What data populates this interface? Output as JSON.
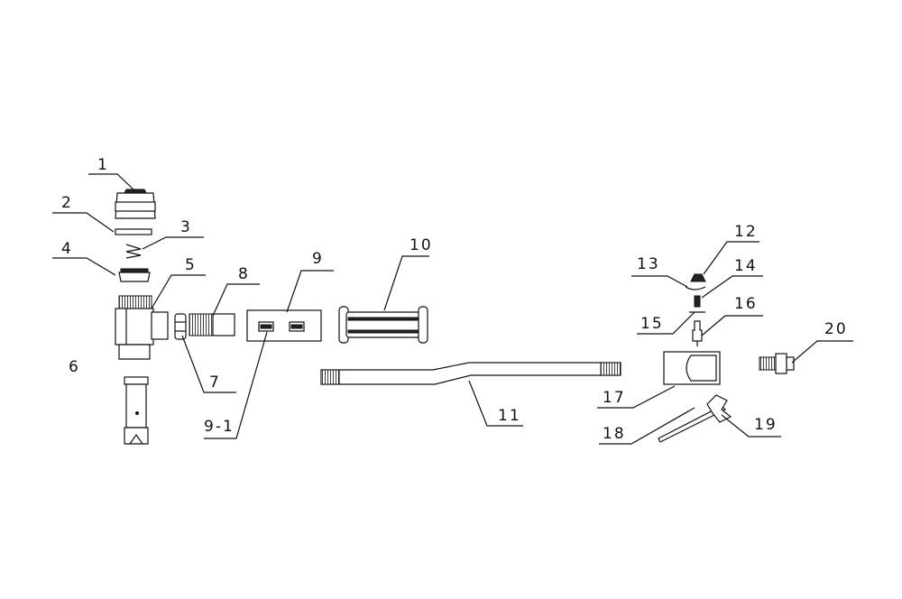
{
  "labels": {
    "p1": "1",
    "p2": "2",
    "p3": "3",
    "p4": "4",
    "p5": "5",
    "p6": "6",
    "p7": "7",
    "p8": "8",
    "p9": "9",
    "p9_1": "9-1",
    "p10": "10",
    "p11": "11",
    "p12": "12",
    "p13": "13",
    "p14": "14",
    "p15": "15",
    "p16": "16",
    "p17": "17",
    "p18": "18",
    "p19": "19",
    "p20": "20"
  }
}
